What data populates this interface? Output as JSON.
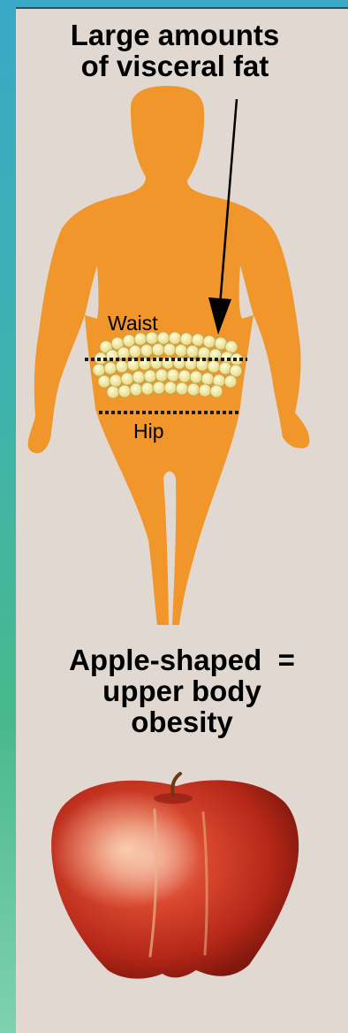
{
  "headline": {
    "line1": "Large amounts",
    "line2": "of visceral fat"
  },
  "figure": {
    "waist_label": "Waist",
    "hip_label": "Hip"
  },
  "caption": {
    "line1": "Apple-shaped  =",
    "line2": "upper body",
    "line3": "obesity"
  },
  "colors": {
    "body": "#f0962a",
    "fat": "#f3eca0",
    "panel": "#e1d9d1",
    "apple": "#cf3422"
  },
  "icons": [
    "human-silhouette",
    "fat-deposit",
    "arrow",
    "apple-photo"
  ]
}
